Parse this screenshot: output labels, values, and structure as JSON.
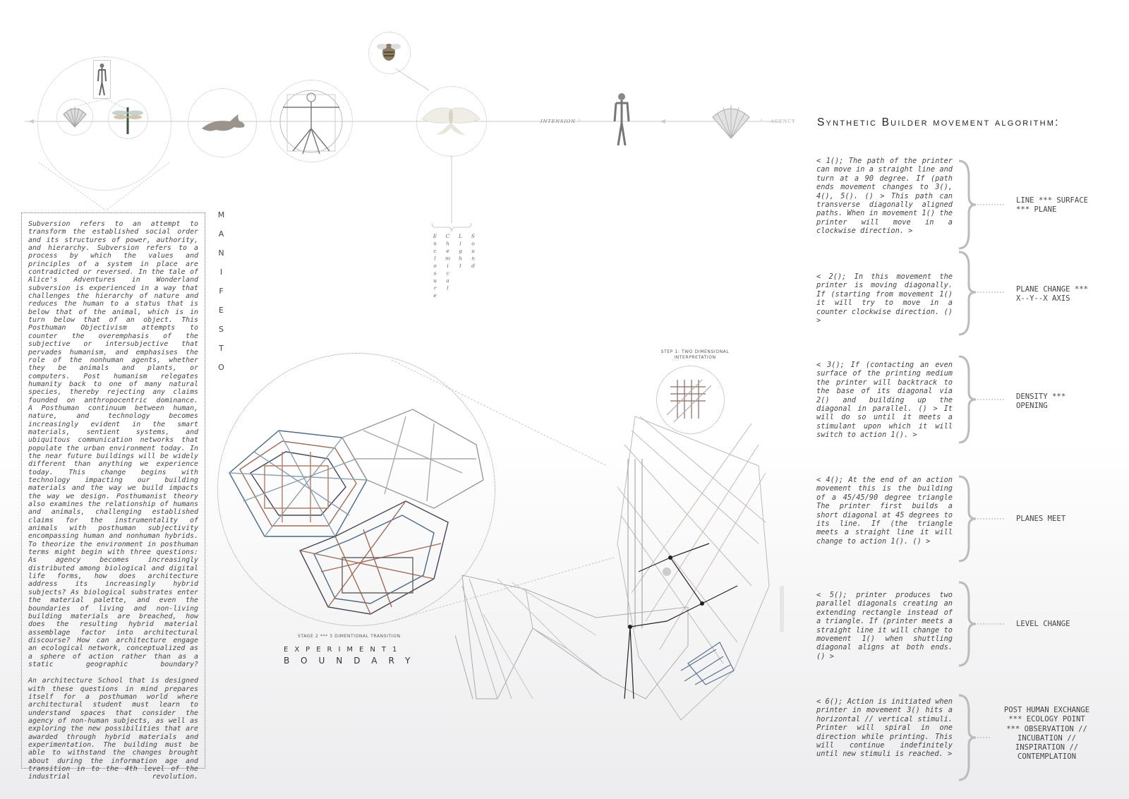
{
  "top_diagram": {
    "intension_label": "INTENSION",
    "agency_label": "AGENCY",
    "senses": [
      "Enclosure",
      "Chemical",
      "Light",
      "Sound"
    ]
  },
  "manifesto": {
    "heading": "MANIFESTO",
    "paragraphs": [
      "Subversion refers to an attempt to transform the established social order and its structures of power, authority, and hierarchy. Subversion refers to a process by which the values and principles of a system in place are contradicted or reversed. In the tale of Alice's Adventures in Wonderland subversion is experienced in a way that challenges the hierarchy of nature and reduces the human to a status that is below that of the animal, which is in turn below that of an object. This Posthuman Objectivism attempts to counter the overemphasis of the subjective or intersubjective that pervades humanism, and emphasises the role of the nonhuman agents, whether they be animals and plants, or computers. Post humanism relegates humanity back to one of many natural species, thereby rejecting any claims founded on anthropocentric dominance.",
      "A Posthuman continuum between human, nature, and technology becomes increasingly evident in the smart materials, sentient systems, and ubiquitous communication networks that populate the urban environment today. In the near future buildings will be widely different than anything we experience today. This change begins with technology impacting our building materials and the way we build impacts the way we design. Posthumanist theory also examines the relationship of humans and animals, challenging established claims for the instrumentality of animals with posthuman subjectivity encompassing human and nonhuman hybrids.",
      "To theorize the environment in posthuman terms might begin with three questions: As agency becomes increasingly distributed among biological and digital life forms, how does architecture address its increasingly hybrid subjects? As biological substrates enter the material palette, and even the boundaries of living and non-living building materials are breached, how does the resulting hybrid material assemblage factor into architectural discourse? How can architecture engage an ecological network, conceptualized as a sphere of action rather than as a static geographic boundary?",
      "An architecture School that is designed with these questions in mind prepares itself for a posthuman world where architectural student must learn to understand spaces that consider the agency of non-human subjects, as well as exploring the new possibilities that are awarded through hybrid materials and experimentation. The building must be able to withstand the changes brought about during the information age and transition in to the 4th level of the industrial revolution."
    ]
  },
  "experiment": {
    "stage_caption": "STAGE 2 *** 3 DIMENTIONAL TRANSITION",
    "step_caption": "STEP 1: TWO DIMENSIONAL INTERPRETATION",
    "title_line1": "EXPERIMENT1",
    "title_line2": "BOUNDARY"
  },
  "algorithm": {
    "title": "Synthetic Builder movement algorithm:",
    "steps": [
      {
        "text": "< 1(); The path of the printer can move in a straight line and turn at a 90 degree. If (path ends movement changes to 3(), 4(), 5(). () > This path can transverse diagonally aligned paths. When in movement 1() the printer will move in a clockwise direction. >",
        "outcome": "LINE *** SURFACE *** PLANE"
      },
      {
        "text": "< 2(); In this movement the printer is moving diagonally. If (starting from movement 1() it will try to move in a counter clockwise direction. () >",
        "outcome": "PLANE CHANGE *** X--Y--X AXIS"
      },
      {
        "text": "< 3(); If (contacting an even surface of the printing medium the printer will backtrack to the base of its diagonal via 2() and building up the diagonal in parallel. () > It will do so until it meets a stimulant upon which it will switch to action 1(). >",
        "outcome": "DENSITY *** OPENING"
      },
      {
        "text": "< 4(); At the end of an action movement this is the building of a 45/45/90 degree triangle The printer first builds a short diagonal at 45 degrees to its line. If (the triangle meets a straight line it will change to action 1(). () >",
        "outcome": "PLANES MEET"
      },
      {
        "text": "< 5(); printer produces two parallel diagonals creating an extending rectangle instead of a triangle. If (printer meets a straight line it will change to movement 1() when shuttling diagonal aligns at both ends. () >",
        "outcome": "LEVEL CHANGE"
      },
      {
        "text": "< 6(); Action is initiated when printer in movement 3() hits a horizontal // vertical stimuli. Printer will spiral in one direction while printing. This will continue indefinitely until new stimuli is reached. >",
        "outcome": "POST HUMAN EXCHANGE *** ECOLOGY POINT *** OBSERVATION // INCUBATION // INSPIRATION // CONTEMPLATION"
      }
    ]
  }
}
